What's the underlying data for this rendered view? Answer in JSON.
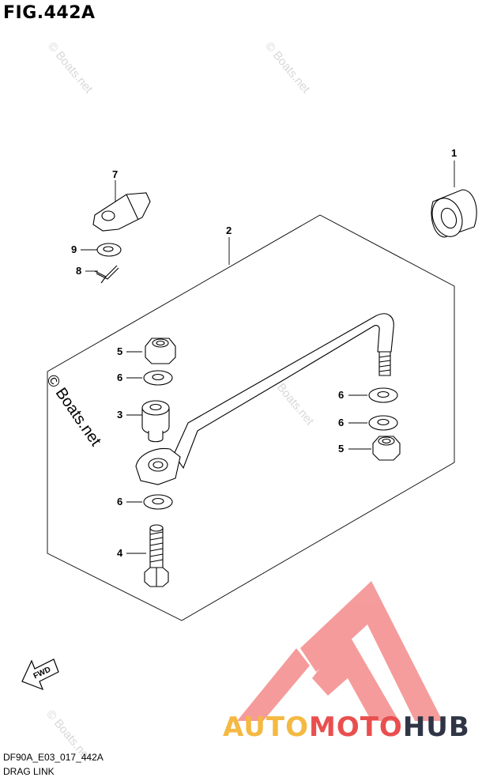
{
  "figure": {
    "title": "FIG.442A",
    "code": "DF90A_E03_017_442A",
    "name": "DRAG LINK"
  },
  "callouts": [
    "1",
    "2",
    "7",
    "9",
    "8",
    "5",
    "6",
    "3",
    "6",
    "6",
    "5",
    "6",
    "4"
  ],
  "direction_label": "FWD",
  "watermark": "© Boats.net",
  "brand": {
    "part1": "AUTO",
    "part2": "MOTO",
    "part3": "HUB",
    "colors": {
      "auto": "#f4b942",
      "moto": "#e94f4f",
      "hub": "#2f3545"
    }
  }
}
